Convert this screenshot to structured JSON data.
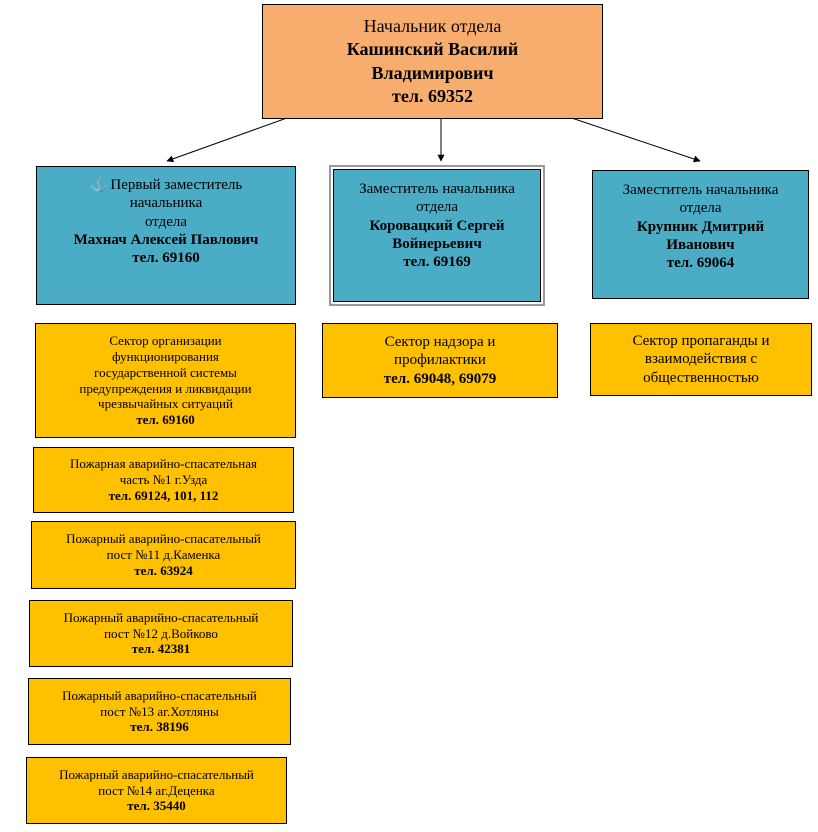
{
  "chief": {
    "role": "Начальник отдела",
    "name_line1": "Кашинский Василий",
    "name_line2": "Владимирович",
    "phone": "тел. 69352"
  },
  "deputies": [
    {
      "role_line1": "Первый заместитель",
      "role_line2": "начальника",
      "role_line3": "отдела",
      "name": "Махнач Алексей Павлович",
      "phone": "тел. 69160",
      "icon": "anchor-icon"
    },
    {
      "role_line1": "Заместитель начальника",
      "role_line2": "отдела",
      "name_line1": "Коровацкий Сергей",
      "name_line2": "Войнерьевич",
      "phone": "тел. 69169"
    },
    {
      "role_line1": "Заместитель начальника",
      "role_line2": "отдела",
      "name_line1": "Крупник Дмитрий",
      "name_line2": "Иванович",
      "phone": "тел. 69064"
    }
  ],
  "sectors": [
    {
      "lines": [
        "Сектор организации",
        "функционирования",
        "государственной системы",
        "предупреждения и ликвидации",
        "чрезвычайных ситуаций"
      ],
      "phone": "тел. 69160"
    },
    {
      "lines": [
        "Сектор надзора и",
        "профилактики"
      ],
      "phone": "тел. 69048, 69079"
    },
    {
      "lines": [
        "Сектор пропаганды и",
        "взаимодействия с",
        "общественностью"
      ],
      "phone": ""
    }
  ],
  "units": [
    {
      "line1": "Пожарная аварийно-спасательная",
      "line2": "часть №1 г.Узда",
      "phone": "тел. 69124, 101, 112"
    },
    {
      "line1": "Пожарный аварийно-спасательный",
      "line2": "пост №11 д.Каменка",
      "phone": "тел. 63924"
    },
    {
      "line1": "Пожарный аварийно-спасательный",
      "line2": "пост №12 д.Войково",
      "phone": "тел. 42381"
    },
    {
      "line1": "Пожарный аварийно-спасательный",
      "line2": "пост №13 аг.Хотляны",
      "phone": "тел. 38196"
    },
    {
      "line1": "Пожарный аварийно-спасательный",
      "line2": "пост №14 аг.Деценка",
      "phone": "тел. 35440"
    }
  ],
  "colors": {
    "chief_fill": "#F7AD6E",
    "deputy_fill": "#4BACC6",
    "sector_fill": "#FFC000",
    "anchor_icon": "#2E75B6"
  }
}
